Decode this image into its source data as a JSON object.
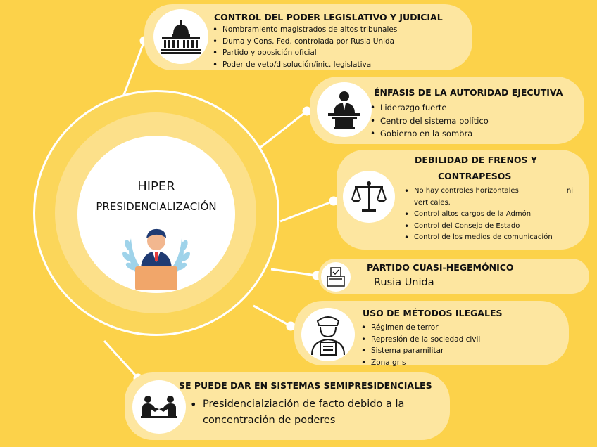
{
  "center": {
    "line1": "HIPER",
    "line2": "PRESIDENCIALIZACIÓN"
  },
  "colors": {
    "background": "#fcd24a",
    "pill": "#fde6a0",
    "white": "#ffffff",
    "dark": "#1a1a1a"
  },
  "nodes": [
    {
      "title": "CONTROL DEL PODER LEGISLATIVO Y JUDICIAL",
      "icon": "capitol-icon",
      "items": [
        "Nombramiento magistrados de altos tribunales",
        "Duma y Cons. Fed. controlada por Rusia Unida",
        "Partido y oposición oficial",
        "Poder de veto/disolución/inic. legislativa"
      ]
    },
    {
      "title": "ÉNFASIS DE LA AUTORIDAD EJECUTIVA",
      "icon": "speaker-podium-icon",
      "items": [
        "Liderazgo fuerte",
        "Centro del sistema político",
        "Gobierno en la sombra"
      ]
    },
    {
      "title_line1": "DEBILIDAD DE FRENOS Y",
      "title_line2": "CONTRAPESOS",
      "icon": "balance-scale-icon",
      "item1_part1": "No hay controles horizontales",
      "item1_part2": "ni",
      "item1_line2": "verticales.",
      "items": [
        "Control altos cargos de la Admón",
        "Control del Consejo de Estado",
        "Control de los medios de comunicación"
      ]
    },
    {
      "title": "PARTIDO CUASI-HEGEMÓNICO",
      "icon": "ballot-box-icon",
      "subtitle": "Rusia Unida"
    },
    {
      "title": "USO DE MÉTODOS ILEGALES",
      "icon": "police-officer-icon",
      "items": [
        "Régimen de terror",
        "Represión de la sociedad civil",
        "Sistema paramilitar",
        "Zona gris"
      ]
    },
    {
      "title": "SE PUEDE DAR EN SISTEMAS SEMIPRESIDENCIALES",
      "icon": "handshake-icon",
      "items_line1": "Presidencialziación de facto debido a la",
      "items_line2": "concentración de poderes"
    }
  ]
}
